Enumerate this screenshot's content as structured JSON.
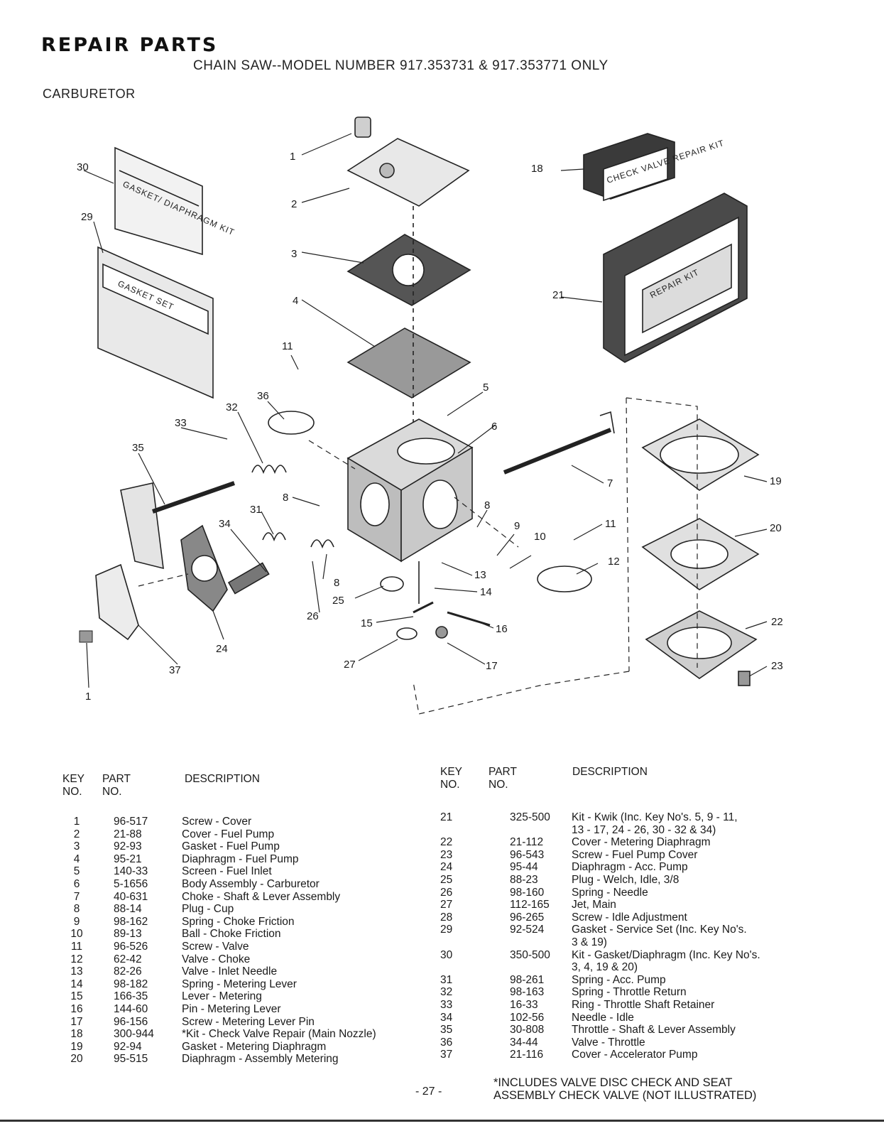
{
  "header": {
    "title": "REPAIR PARTS",
    "subtitle": "CHAIN SAW--MODEL NUMBER 917.353731 & 917.353771 ONLY",
    "section": "CARBURETOR"
  },
  "diagram": {
    "callouts": [
      "1",
      "2",
      "3",
      "4",
      "5",
      "6",
      "7",
      "8",
      "8",
      "8",
      "9",
      "10",
      "11",
      "11",
      "12",
      "13",
      "14",
      "15",
      "16",
      "17",
      "18",
      "19",
      "20",
      "21",
      "22",
      "23",
      "24",
      "25",
      "26",
      "27",
      "29",
      "30",
      "31",
      "32",
      "33",
      "34",
      "35",
      "36",
      "37",
      "1"
    ],
    "kit_labels": {
      "gasket_diaphragm_kit": "GASKET/ DIAPHRAGM KIT",
      "gasket_set": "GASKET SET",
      "check_valve_kit": "CHECK VALVE REPAIR KIT",
      "repair_kit": "REPAIR KIT"
    }
  },
  "table_headers": {
    "key": "KEY",
    "no": "NO.",
    "part": "PART",
    "description": "DESCRIPTION"
  },
  "parts_left": [
    {
      "key": "1",
      "part": "96-517",
      "desc": "Screw - Cover"
    },
    {
      "key": "2",
      "part": "21-88",
      "desc": "Cover - Fuel Pump"
    },
    {
      "key": "3",
      "part": "92-93",
      "desc": "Gasket - Fuel Pump"
    },
    {
      "key": "4",
      "part": "95-21",
      "desc": "Diaphragm - Fuel Pump"
    },
    {
      "key": "5",
      "part": "140-33",
      "desc": "Screen - Fuel Inlet"
    },
    {
      "key": "6",
      "part": "5-1656",
      "desc": "Body Assembly - Carburetor"
    },
    {
      "key": "7",
      "part": "40-631",
      "desc": "Choke - Shaft & Lever Assembly"
    },
    {
      "key": "8",
      "part": "88-14",
      "desc": "Plug - Cup"
    },
    {
      "key": "9",
      "part": "98-162",
      "desc": "Spring - Choke Friction"
    },
    {
      "key": "10",
      "part": "89-13",
      "desc": "Ball - Choke Friction"
    },
    {
      "key": "11",
      "part": "96-526",
      "desc": "Screw - Valve"
    },
    {
      "key": "12",
      "part": "62-42",
      "desc": "Valve - Choke"
    },
    {
      "key": "13",
      "part": "82-26",
      "desc": "Valve - Inlet Needle"
    },
    {
      "key": "14",
      "part": "98-182",
      "desc": "Spring - Metering Lever"
    },
    {
      "key": "15",
      "part": "166-35",
      "desc": "Lever - Metering"
    },
    {
      "key": "16",
      "part": "144-60",
      "desc": "Pin - Metering Lever"
    },
    {
      "key": "17",
      "part": "96-156",
      "desc": "Screw - Metering Lever Pin"
    },
    {
      "key": "18",
      "part": "300-944",
      "desc": "*Kit - Check Valve Repair (Main Nozzle)"
    },
    {
      "key": "19",
      "part": "92-94",
      "desc": "Gasket - Metering Diaphragm"
    },
    {
      "key": "20",
      "part": "95-515",
      "desc": "Diaphragm - Assembly Metering"
    }
  ],
  "parts_right": [
    {
      "key": "21",
      "part": "325-500",
      "desc": "Kit - Kwik (Inc. Key No's. 5, 9 - 11,"
    },
    {
      "key": "",
      "part": "",
      "desc": "13 - 17, 24 - 26, 30 - 32 & 34)"
    },
    {
      "key": "22",
      "part": "21-112",
      "desc": "Cover - Metering Diaphragm"
    },
    {
      "key": "23",
      "part": "96-543",
      "desc": "Screw - Fuel Pump Cover"
    },
    {
      "key": "24",
      "part": "95-44",
      "desc": "Diaphragm - Acc. Pump"
    },
    {
      "key": "25",
      "part": "88-23",
      "desc": "Plug - Welch, Idle, 3/8"
    },
    {
      "key": "26",
      "part": "98-160",
      "desc": "Spring - Needle"
    },
    {
      "key": "27",
      "part": "112-165",
      "desc": "Jet, Main"
    },
    {
      "key": "28",
      "part": "96-265",
      "desc": "Screw - Idle Adjustment"
    },
    {
      "key": "29",
      "part": "92-524",
      "desc": "Gasket - Service Set (Inc. Key No's."
    },
    {
      "key": "",
      "part": "",
      "desc": "3 & 19)"
    },
    {
      "key": "30",
      "part": "350-500",
      "desc": "Kit - Gasket/Diaphragm (Inc. Key No's."
    },
    {
      "key": "",
      "part": "",
      "desc": "3, 4, 19 & 20)"
    },
    {
      "key": "31",
      "part": "98-261",
      "desc": "Spring - Acc. Pump"
    },
    {
      "key": "32",
      "part": "98-163",
      "desc": "Spring - Throttle Return"
    },
    {
      "key": "33",
      "part": "16-33",
      "desc": "Ring - Throttle Shaft Retainer"
    },
    {
      "key": "34",
      "part": "102-56",
      "desc": "Needle - Idle"
    },
    {
      "key": "35",
      "part": "30-808",
      "desc": "Throttle - Shaft & Lever Assembly"
    },
    {
      "key": "36",
      "part": "34-44",
      "desc": "Valve - Throttle"
    },
    {
      "key": "37",
      "part": "21-116",
      "desc": "Cover - Accelerator Pump"
    }
  ],
  "footnote": {
    "line1": "*INCLUDES VALVE DISC CHECK AND SEAT",
    "line2": "ASSEMBLY CHECK VALVE (NOT ILLUSTRATED)"
  },
  "page_number": "- 27 -"
}
